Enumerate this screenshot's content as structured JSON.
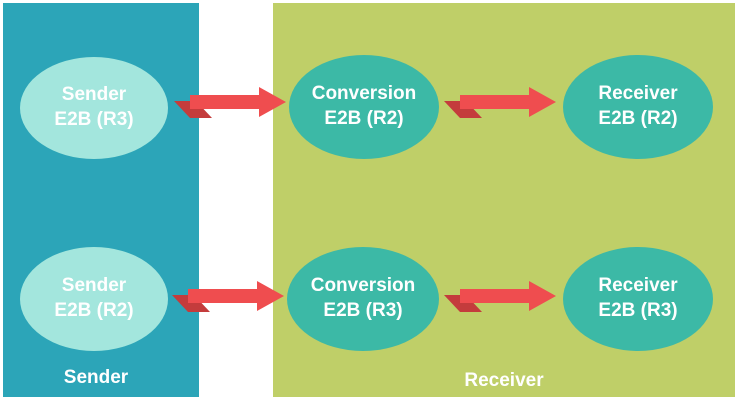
{
  "panels": {
    "sender_label": "Sender",
    "receiver_label": "Receiver"
  },
  "rows": [
    {
      "sender": {
        "line1": "Sender",
        "line2": "E2B (R3)"
      },
      "conversion": {
        "line1": "Conversion",
        "line2": "E2B (R2)"
      },
      "receiver": {
        "line1": "Receiver",
        "line2": "E2B (R2)"
      }
    },
    {
      "sender": {
        "line1": "Sender",
        "line2": "E2B (R2)"
      },
      "conversion": {
        "line1": "Conversion",
        "line2": "E2B (R3)"
      },
      "receiver": {
        "line1": "Receiver",
        "line2": "E2B (R3)"
      }
    }
  ],
  "colors": {
    "sender_panel": "#2ca5b8",
    "receiver_panel": "#bfcf68",
    "sender_node": "#a3e6dd",
    "process_node": "#3cb9a6",
    "arrow_head": "#ef4d4f",
    "arrow_tail": "#c43c3c"
  }
}
